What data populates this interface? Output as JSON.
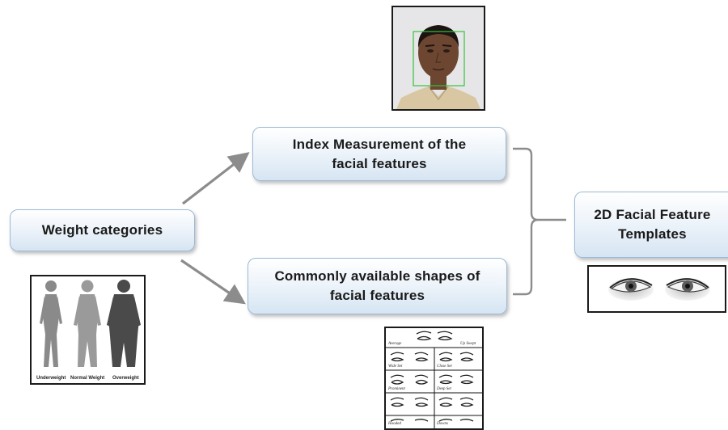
{
  "nodes": {
    "weight_categories": "Weight categories",
    "index_measurement": [
      "Index Measurement of the",
      "facial features"
    ],
    "common_shapes": [
      "Commonly available shapes of",
      "facial features"
    ],
    "templates_2d": [
      "2D Facial Feature",
      "Templates"
    ]
  },
  "body_figure": {
    "captions": [
      "Underweight",
      "Normal Weight",
      "Overweight"
    ]
  },
  "eye_shapes_figure": {
    "captions": [
      "Average",
      "Up Swept",
      "Wide Set",
      "Close Set",
      "Prominent",
      "Deep Set",
      "Hooded",
      "Downs"
    ]
  },
  "images": {
    "face_photo": "face-photo-with-detection-box",
    "body_silhouettes": "body-silhouettes",
    "eye_templates": "eye-templates",
    "eye_shape_chart": "eye-shape-chart"
  },
  "colors": {
    "box_border": "#9cbad6",
    "box_fill_top": "#ffffff",
    "box_fill_bottom": "#d6e5f3",
    "arrow": "#8c8c8c",
    "detection_box": "#36c23a"
  }
}
